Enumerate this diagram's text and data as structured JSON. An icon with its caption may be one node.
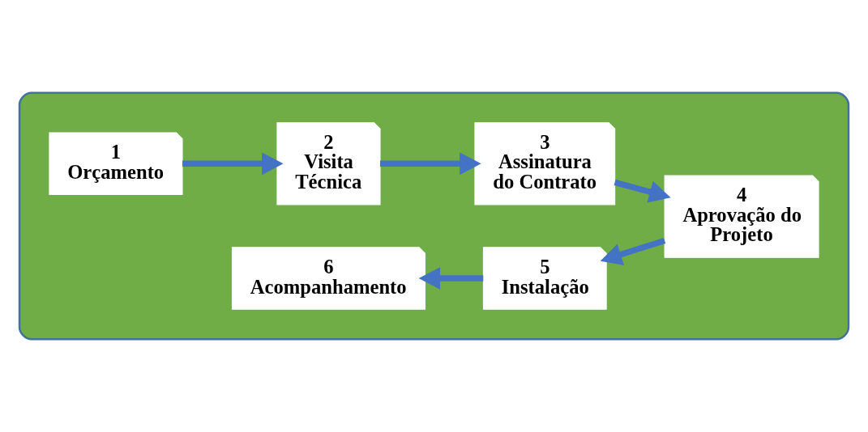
{
  "diagram": {
    "nodes": [
      {
        "text": [],
        "shape": "box"
      },
      {
        "text": [
          "1",
          "Orçamento"
        ],
        "in": 0
      },
      {
        "text": [
          "2",
          "Visita Técnica"
        ],
        "in": 0
      },
      {
        "text": [
          "3",
          "Assinatura do Contrato"
        ],
        "in": 0
      },
      {
        "text": [
          "4",
          "Aprovação do Projeto"
        ],
        "in": 0
      },
      {
        "text": [
          "5",
          "Instalação"
        ],
        "in": 0
      },
      {
        "text": [
          "6",
          "Acompanhamento"
        ],
        "in": 0
      }
    ],
    "edges": [
      {
        "from": 1,
        "to": 2,
        "arrow": "to"
      },
      {
        "from": 2,
        "to": 3,
        "arrow": "to"
      },
      {
        "from": 3,
        "to": 4,
        "arrow": "to"
      },
      {
        "from": 4,
        "to": 5,
        "arrow": "to"
      },
      {
        "from": 5,
        "to": 6,
        "arrow": "to"
      }
    ]
  }
}
